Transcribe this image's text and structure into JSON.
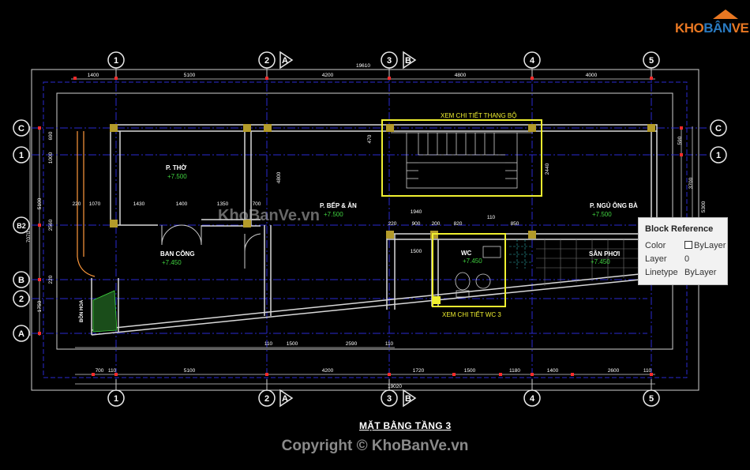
{
  "logo": {
    "text_a": "KHO",
    "text_b": "BÂN",
    "text_c": "VE",
    "house_color": "#e87722",
    "accent": "#2a7ac0"
  },
  "copyright": "Copyright © KhoBanVe.vn",
  "watermark": "KhoBanVe.vn",
  "drawing_title": "MẶT BẰNG TẦNG 3",
  "tooltip": {
    "title": "Block Reference",
    "rows": [
      {
        "key": "Color",
        "value": "ByLayer"
      },
      {
        "key": "Layer",
        "value": "0"
      },
      {
        "key": "Linetype",
        "value": "ByLayer"
      }
    ]
  },
  "grid_axes": {
    "top": [
      "1",
      "2",
      "A",
      "3",
      "B",
      "4",
      "5"
    ],
    "left": [
      "C",
      "1",
      "B2",
      "B",
      "2",
      "A"
    ],
    "right": [
      "C",
      "1"
    ]
  },
  "dimensions": {
    "top_total": "19610",
    "top": [
      "1400",
      "5100",
      "4200",
      "4800",
      "4000"
    ],
    "bottom_total": "19020",
    "bottom": [
      "700",
      "110",
      "5100",
      "4200",
      "1720",
      "1500",
      "1180",
      "1400",
      "2600",
      "110"
    ],
    "interior": [
      "1070",
      "1430",
      "1400",
      "1350",
      "700",
      "1940",
      "900",
      "200",
      "820",
      "110",
      "850",
      "1500",
      "2590",
      "220",
      "220",
      "110",
      "110",
      "1500"
    ],
    "left": [
      "5100",
      "7070",
      "2560",
      "1750",
      "1000",
      "690",
      "220"
    ],
    "right": [
      "3700",
      "5300",
      "590",
      "2440",
      "470",
      "4800"
    ]
  },
  "rooms": [
    {
      "name": "P. THỜ",
      "level": "+7.500"
    },
    {
      "name": "P. BẾP & ĂN",
      "level": "+7.500"
    },
    {
      "name": "P. NGỦ ÔNG BÀ",
      "level": "+7.500"
    },
    {
      "name": "BAN CÔNG",
      "level": "+7.450"
    },
    {
      "name": "WC",
      "level": "+7.450"
    },
    {
      "name": "SÂN PHƠI",
      "level": "+7.450"
    },
    {
      "name": "BỒN HOA",
      "level": ""
    }
  ],
  "notes": {
    "stair": "XEM CHI TIẾT THANG BỘ",
    "wc": "XEM CHI TIẾT WC 3"
  },
  "colors": {
    "grid": "#2a2ad0",
    "wall": "#d8d8d8",
    "dim": "#ff2b2b",
    "text": "#ffffff",
    "level": "#3fd13f",
    "highlight": "#f0f030",
    "door": "#ff9a3c"
  }
}
